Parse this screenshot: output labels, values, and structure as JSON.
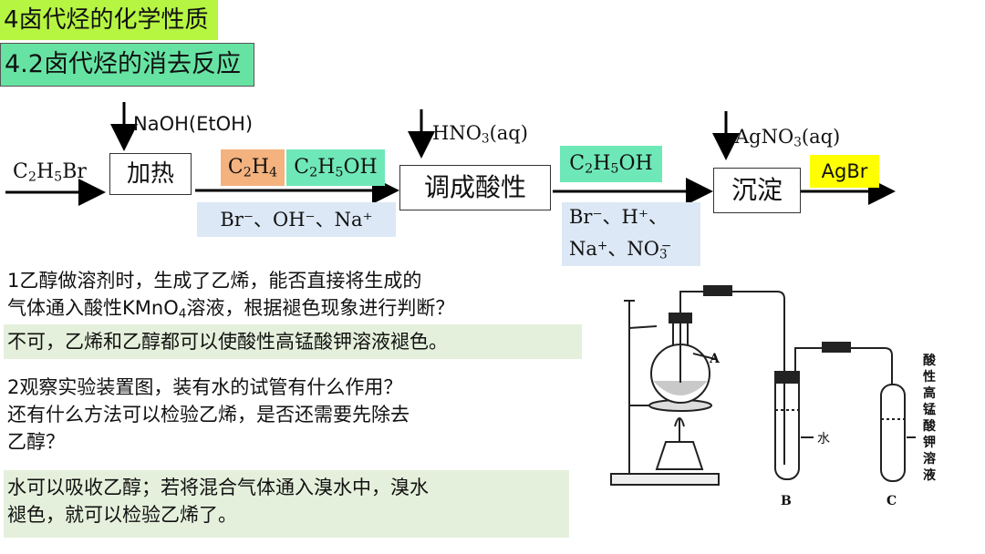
{
  "slide": {
    "title_main": "4卤代烃的化学性质",
    "title_sub": "4.2卤代烃的消去反应"
  },
  "flow": {
    "reactant": "C2H5Br",
    "step1_reagent": "NaOH(EtOH)",
    "step1_box": "加热",
    "product_gas": "C2H4",
    "product_alcohol": "C2H5OH",
    "ions_after_step1": "Br⁻、OH⁻、Na⁺",
    "step2_reagent": "HNO3(aq)",
    "step2_box": "调成酸性",
    "alcohol_after_step2": "C2H5OH",
    "ions_after_step2_line1": "Br⁻、H⁺、",
    "ions_after_step2_line2": "Na⁺、NO3⁻",
    "step3_reagent": "AgNO3(aq)",
    "step3_box": "沉淀",
    "precipitate": "AgBr",
    "colors": {
      "c2h4_bg": "#f4b27e",
      "c2h5oh_bg": "#6fe8b8",
      "ion_bg": "#dce8f5",
      "agbr_bg": "#ffff00"
    }
  },
  "questions": [
    {
      "number": "1",
      "line1": "乙醇做溶剂时，生成了乙烯，能否直接将生成的",
      "line2_pre": "气体通入酸性KMnO",
      "line2_sub": "4",
      "line2_post": "溶液，根据褪色现象进行判断？",
      "answer": "不可，乙烯和乙醇都可以使酸性高锰酸钾溶液褪色。"
    },
    {
      "number": "2",
      "line1": "观察实验装置图，装有水的试管有什么作用？",
      "line2": "还有什么方法可以检验乙烯，是否还需要先除去",
      "line3": "乙醇？",
      "answer_line1": "水可以吸收乙醇；若将混合气体通入溴水中，溴水",
      "answer_line2": "褪色，就可以检验乙烯了。"
    }
  ],
  "apparatus": {
    "label_a": "A",
    "label_b": "B",
    "label_c": "C",
    "label_water": "水",
    "label_reagent_chars": [
      "酸",
      "性",
      "高",
      "锰",
      "酸",
      "钾",
      "溶",
      "液"
    ]
  }
}
